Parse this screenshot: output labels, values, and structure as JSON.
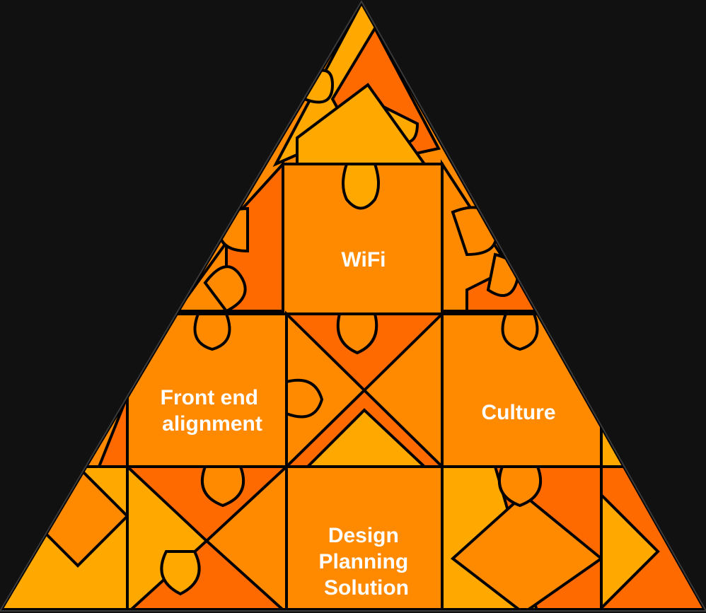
{
  "labels": {
    "top": "WiFi",
    "left": "Front end alignment",
    "left_line1": "Front end",
    "left_line2": "alignment",
    "right": "Culture",
    "bottom": "Design Planning Solution",
    "bottom_line1": "Design",
    "bottom_line2": "Planning",
    "bottom_line3": "Solution"
  },
  "colors": {
    "background": "#111111",
    "orange": "#FF8A00",
    "dark_orange": "#FF6A00",
    "light_orange": "#FFA800",
    "outline": "#000000",
    "text": "#FFFFFF"
  }
}
